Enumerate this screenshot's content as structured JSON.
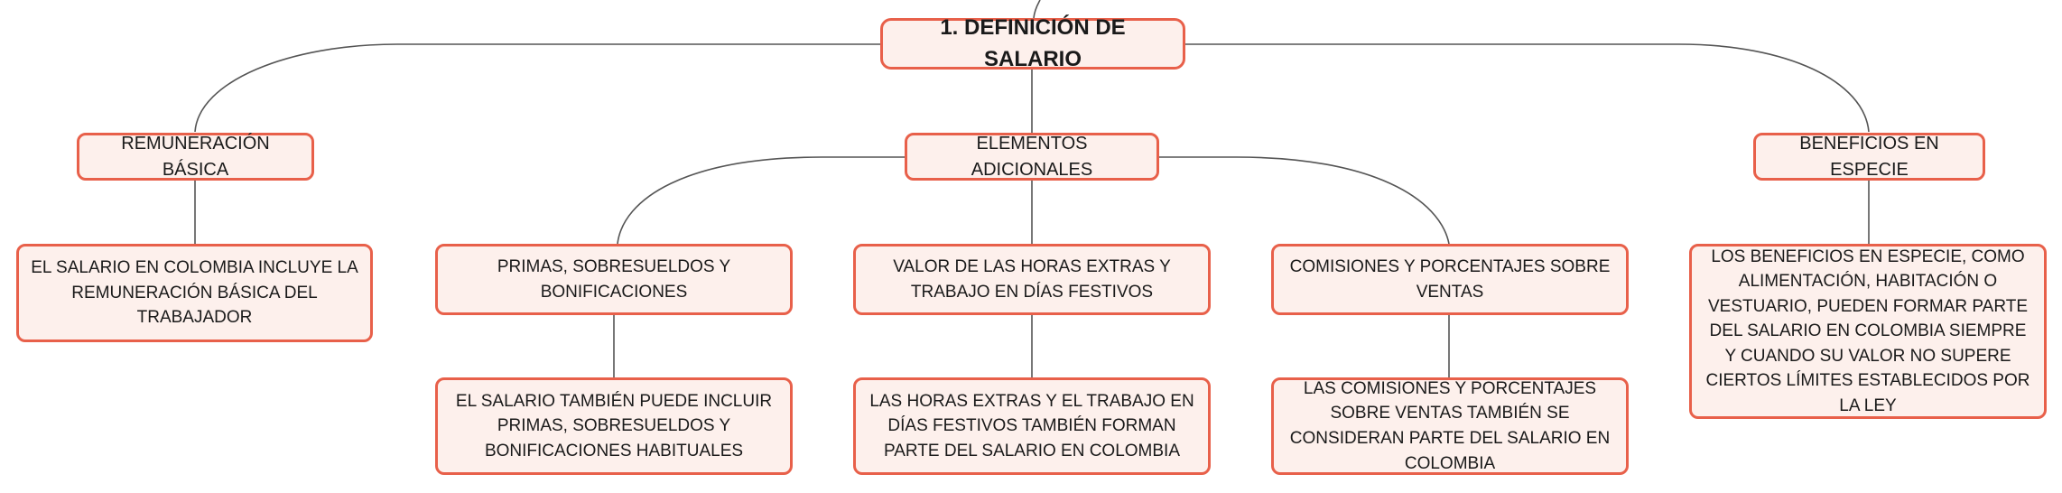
{
  "root": {
    "label": "1. DEFINICIÓN DE SALARIO"
  },
  "branches": {
    "basic": {
      "label": "REMUNERACIÓN BÁSICA",
      "detail": "EL SALARIO EN COLOMBIA INCLUYE LA REMUNERACIÓN BÁSICA DEL TRABAJADOR"
    },
    "additional": {
      "label": "ELEMENTOS ADICIONALES",
      "children": [
        {
          "label": "PRIMAS, SOBRESUELDOS Y BONIFICACIONES",
          "detail": "EL SALARIO TAMBIÉN PUEDE INCLUIR PRIMAS, SOBRESUELDOS Y BONIFICACIONES HABITUALES"
        },
        {
          "label": "VALOR DE LAS HORAS EXTRAS Y TRABAJO EN DÍAS FESTIVOS",
          "detail": "LAS HORAS EXTRAS Y EL TRABAJO EN DÍAS FESTIVOS TAMBIÉN FORMAN PARTE DEL SALARIO EN COLOMBIA"
        },
        {
          "label": "COMISIONES Y PORCENTAJES SOBRE VENTAS",
          "detail": "LAS COMISIONES Y PORCENTAJES SOBRE VENTAS TAMBIÉN SE CONSIDERAN PARTE DEL SALARIO EN COLOMBIA"
        }
      ]
    },
    "in_kind": {
      "label": "BENEFICIOS EN ESPECIE",
      "detail": "LOS BENEFICIOS EN ESPECIE, COMO ALIMENTACIÓN, HABITACIÓN O VESTUARIO, PUEDEN FORMAR PARTE DEL SALARIO EN COLOMBIA SIEMPRE Y CUANDO SU VALOR NO SUPERE CIERTOS LÍMITES ESTABLECIDOS POR LA LEY"
    }
  },
  "colors": {
    "border": "#e8604a",
    "fill": "#fdf0ec",
    "line": "#555555"
  }
}
